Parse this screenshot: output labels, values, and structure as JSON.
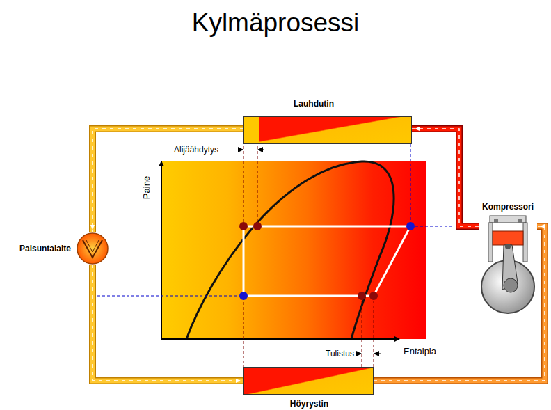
{
  "diagram": {
    "title": "Kylmäprosessi",
    "nodes": [
      {
        "text": [
          "Lauhdutin"
        ]
      },
      {
        "text": [
          "Kompressori"
        ]
      },
      {
        "text": [
          "Paisuntalaite"
        ]
      },
      {
        "text": [
          "Höyrystin"
        ]
      }
    ],
    "edges": [
      {
        "from": 0,
        "to": 2,
        "arrow": "to"
      },
      {
        "from": 2,
        "to": 3,
        "arrow": "to"
      },
      {
        "from": 3,
        "to": 1,
        "arrow": "to"
      },
      {
        "from": 1,
        "to": 0,
        "arrow": "to"
      }
    ],
    "labels": [
      "Alijäähdytys",
      "Paine",
      "Entalpia",
      "Tulistus"
    ]
  }
}
